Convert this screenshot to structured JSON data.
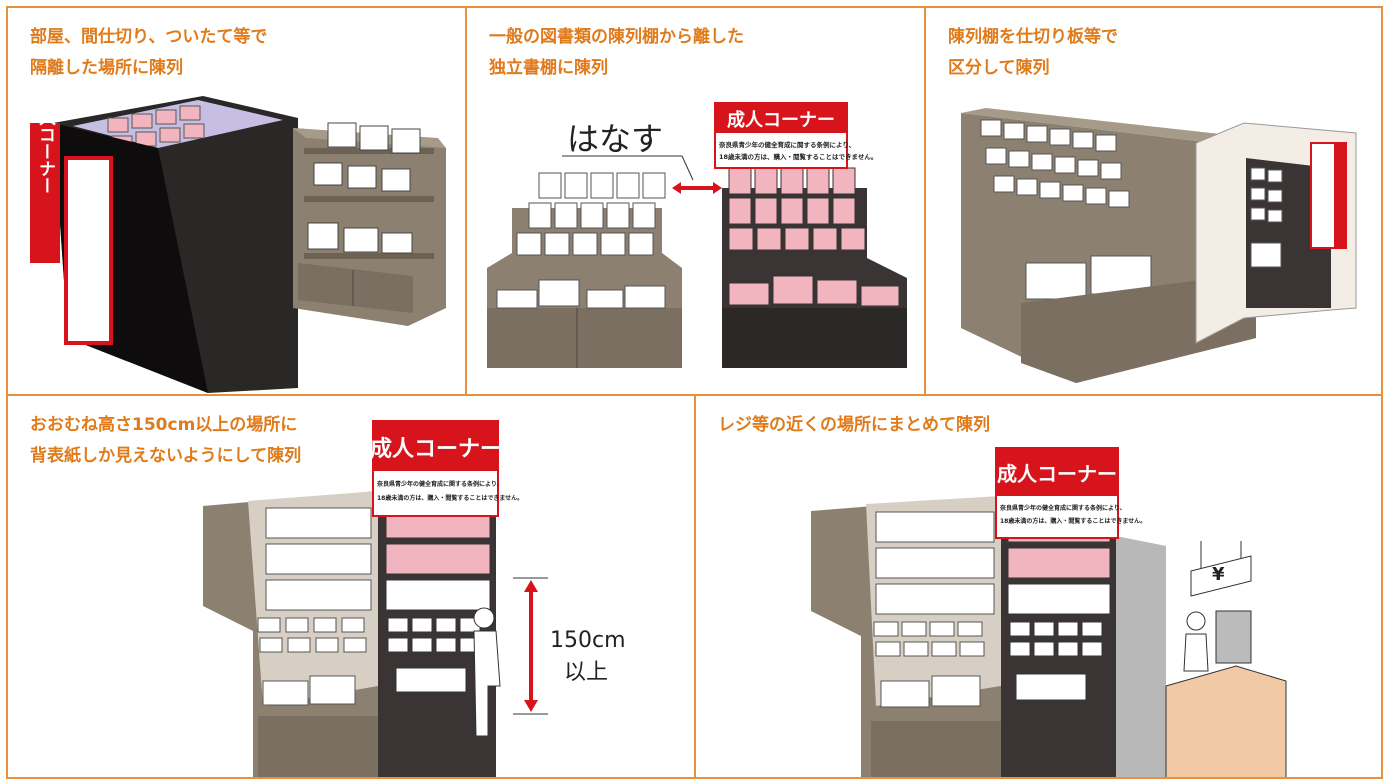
{
  "panels": [
    {
      "caption": "部屋、間仕切り、ついたて等で\n隔離した場所に陳列"
    },
    {
      "caption": "一般の図書類の陳列棚から離した\n独立書棚に陳列"
    },
    {
      "caption": "陳列棚を仕切り板等で\n区分して陳列"
    },
    {
      "caption": "おおむね高さ150cm以上の場所に\n背表紙しか見えないようにして陳列"
    },
    {
      "caption": "レジ等の近くの場所にまとめて陳列"
    }
  ],
  "sign": {
    "title": "成人コーナー",
    "line1": "奈良県青少年の健全育成に関する条例により、",
    "line2": "18歳未満の方は、購入・閲覧することはできません。"
  },
  "labels": {
    "separate": "はなす",
    "height_value": "150cm",
    "height_suffix": "以上",
    "yen": "¥"
  },
  "colors": {
    "border": "#e8913a",
    "caption": "#e07b1c",
    "shelf": "#8c8070",
    "shelf_dark": "#3a3534",
    "sign_red": "#d7141c",
    "book_pink": "#f2b5bf"
  }
}
